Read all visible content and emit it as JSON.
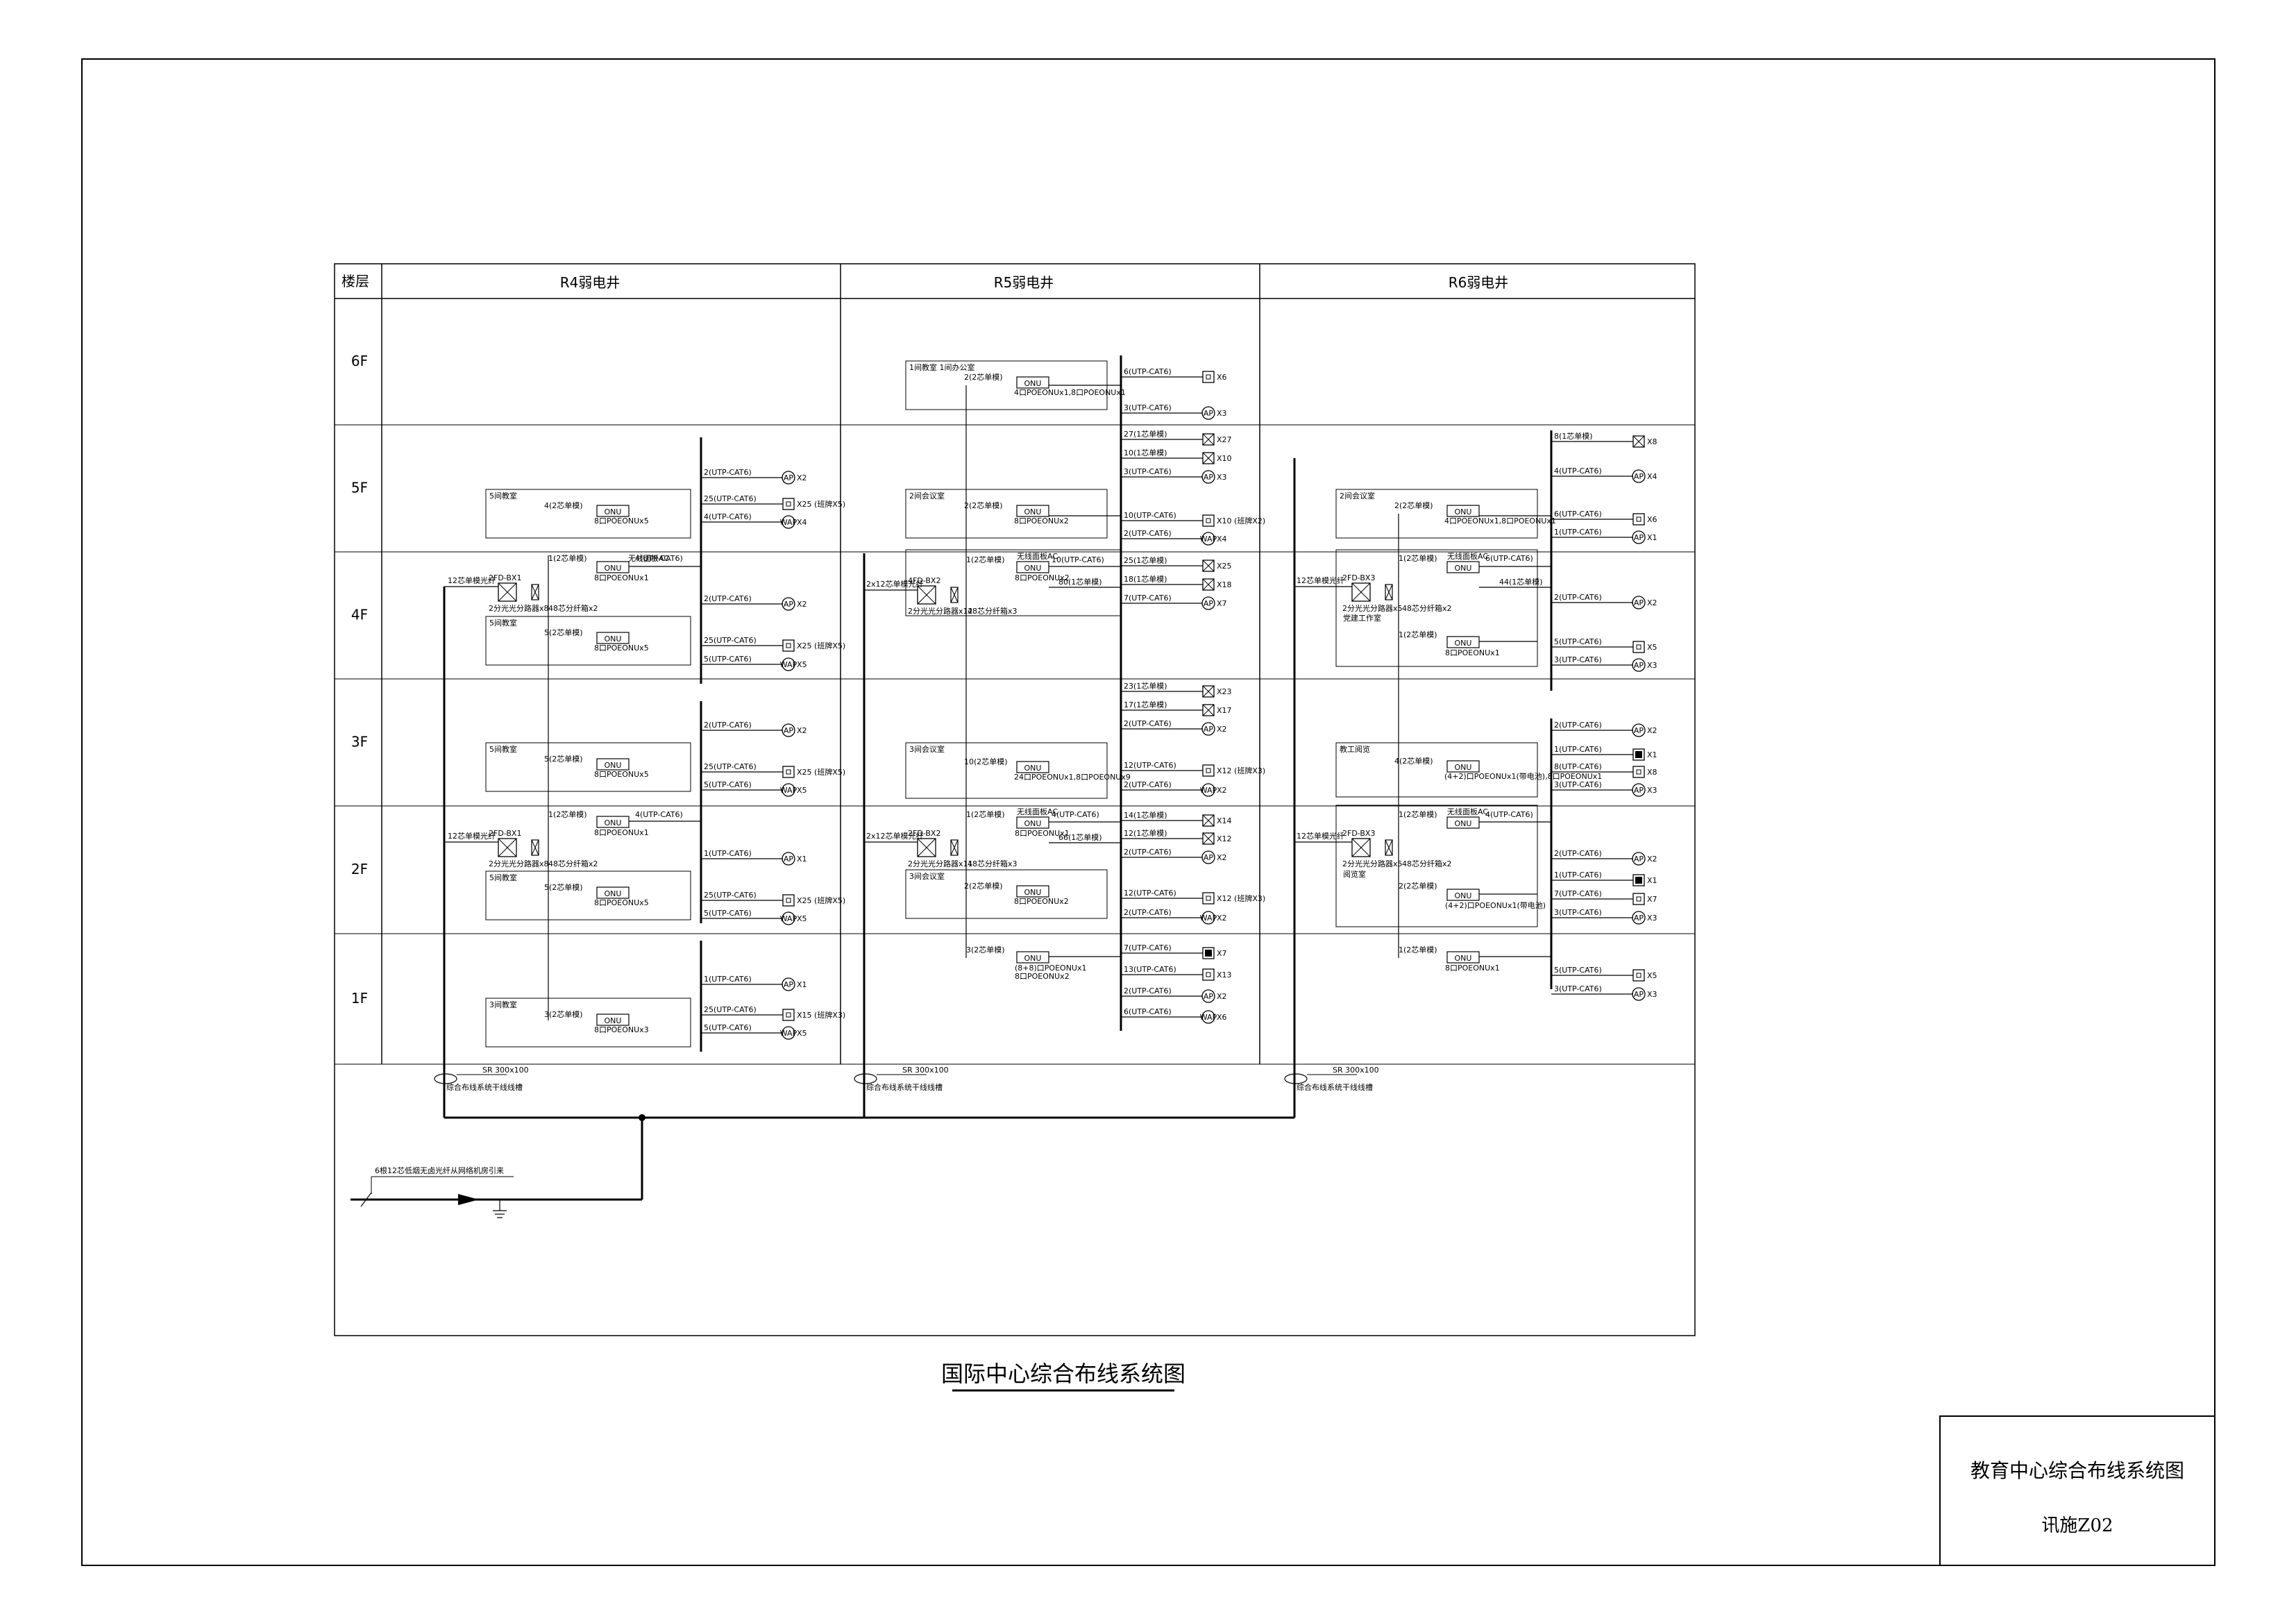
{
  "drawing": {
    "title": "国际中心综合布线系统图",
    "sheet_title": "教育中心综合布线系统图",
    "sheet_no": "讯施Z02"
  },
  "headers": {
    "floor": "楼层",
    "r4": "R4弱电井",
    "r5": "R5弱电井",
    "r6": "R6弱电井"
  },
  "floors": [
    "6F",
    "5F",
    "4F",
    "3F",
    "2F",
    "1F"
  ],
  "common": {
    "onu": "ONU",
    "tray": "SR 300x100",
    "tray_note": "综合布线系统干线线槽",
    "feed": "6根12芯低烟无卤光纤从网络机房引来"
  },
  "r4": {
    "riser": "12芯单模光纤",
    "f5": {
      "room": "5间教室",
      "fiber": "4(2芯单模)",
      "poe": "8口POEONUx5",
      "cab": [
        "2(UTP-CAT6)",
        "25(UTP-CAT6)",
        "4(UTP-CAT6)"
      ],
      "dev": [
        "X2",
        "X25 (班牌X5)",
        "X4"
      ]
    },
    "f4": {
      "box": "2FD-BX1",
      "splitter": "2分光光分路器x8",
      "fcount": "48芯分纤箱x2",
      "fiber1": "1(2芯单模)",
      "wlan": "无线面板AC",
      "cab1": "4(UTP-CAT6)",
      "poe1": "8口POEONUx1",
      "room": "5间教室",
      "fiber2": "5(2芯单模)",
      "poe2": "8口POEONUx5",
      "cab": [
        "2(UTP-CAT6)",
        "25(UTP-CAT6)",
        "5(UTP-CAT6)"
      ],
      "dev": [
        "X2",
        "X25 (班牌X5)",
        "X5"
      ]
    },
    "f3": {
      "room": "5间教室",
      "fiber": "5(2芯单模)",
      "poe": "8口POEONUx5",
      "cab": [
        "2(UTP-CAT6)",
        "25(UTP-CAT6)",
        "5(UTP-CAT6)"
      ],
      "dev": [
        "X2",
        "X25 (班牌X5)",
        "X5"
      ]
    },
    "f2": {
      "box": "2FD-BX1",
      "splitter": "2分光光分路器x8",
      "fcount": "48芯分纤箱x2",
      "fiber1": "1(2芯单模)",
      "wlan": "无线面板AC",
      "cab1": "4(UTP-CAT6)",
      "poe1": "8口POEONUx1",
      "room": "5间教室",
      "fiber2": "5(2芯单模)",
      "poe2": "8口POEONUx5",
      "cab": [
        "1(UTP-CAT6)",
        "25(UTP-CAT6)",
        "5(UTP-CAT6)"
      ],
      "dev": [
        "X1",
        "X25 (班牌X5)",
        "X5"
      ]
    },
    "f1": {
      "room": "3间教室",
      "fiber": "3(2芯单模)",
      "poe": "8口POEONUx3",
      "cab": [
        "1(UTP-CAT6)",
        "25(UTP-CAT6)",
        "5(UTP-CAT6)"
      ],
      "dev": [
        "X1",
        "X15 (班牌X3)",
        "X5"
      ]
    }
  },
  "r5": {
    "riser4": "2x12芯单模光纤",
    "riser2": "2x12芯单模光纤",
    "f6": {
      "room": "1间教室 1间办公室",
      "fiber": "2(2芯单模)",
      "poe": [
        "4口POEONUx1",
        "8口POEONUx1"
      ],
      "cab": [
        "6(UTP-CAT6)",
        "3(UTP-CAT6)"
      ],
      "dev": [
        "X6",
        "X3"
      ]
    },
    "f5top": {
      "cab": [
        "27(1芯单模)",
        "10(1芯单模)",
        "3(UTP-CAT6)"
      ],
      "dev": [
        "X27",
        "X10",
        "X3"
      ]
    },
    "f5": {
      "room": "2间会议室",
      "fiber": "2(2芯单模)",
      "poe": "8口POEONUx2",
      "cab": [
        "10(UTP-CAT6)",
        "2(UTP-CAT6)"
      ],
      "dev": [
        "X10 (班牌X2)",
        "X4"
      ]
    },
    "f4": {
      "box": "4FD-BX2",
      "splitter": "2分光光分路器x12",
      "fcount": "48芯分纤箱x3",
      "fiber1": "1(2芯单模)",
      "wlan": "无线面板AC",
      "cab1": "10(UTP-CAT6)",
      "poe1": "8口POEONUx2",
      "fib80": "80(1芯单模)",
      "cab": [
        "25(1芯单模)",
        "18(1芯单模)",
        "7(UTP-CAT6)"
      ],
      "dev": [
        "X25",
        "X18",
        "X7"
      ]
    },
    "f3top": {
      "cab": [
        "23(1芯单模)",
        "17(1芯单模)",
        "2(UTP-CAT6)"
      ],
      "dev": [
        "X23",
        "X17",
        "X2"
      ]
    },
    "f3": {
      "room": "3间会议室",
      "fiber": "10(2芯单模)",
      "poe": [
        "24口POEONUx1",
        "8口POEONUx9"
      ],
      "cab": [
        "12(UTP-CAT6)",
        "2(UTP-CAT6)"
      ],
      "dev": [
        "X12 (班牌X3)",
        "X2"
      ]
    },
    "f2": {
      "box": "2FD-BX2",
      "splitter": "2分光光分路器x11",
      "fcount": "48芯分纤箱x3",
      "fiber1": "1(2芯单模)",
      "wlan": "无线面板AC",
      "cab1": "4(UTP-CAT6)",
      "poe1": "8口POEONUx1",
      "fib66": "66(1芯单模)",
      "cab": [
        "14(1芯单模)",
        "12(1芯单模)",
        "2(UTP-CAT6)"
      ],
      "dev": [
        "X14",
        "X12",
        "X2"
      ]
    },
    "f2b": {
      "room": "3间会议室",
      "fiber": "2(2芯单模)",
      "poe": "8口POEONUx2",
      "cab": [
        "12(UTP-CAT6)",
        "2(UTP-CAT6)"
      ],
      "dev": [
        "X12 (班牌X3)",
        "X2"
      ]
    },
    "f1": {
      "fiber": "3(2芯单模)",
      "poe": [
        "(8+8)口POEONUx1",
        "8口POEONUx2"
      ],
      "cab": [
        "7(UTP-CAT6)",
        "13(UTP-CAT6)",
        "2(UTP-CAT6)",
        "6(UTP-CAT6)"
      ],
      "dev": [
        "X7",
        "X13",
        "X2",
        "X6"
      ]
    }
  },
  "r6": {
    "riser4": "12芯单模光纤",
    "riser2": "12芯单模光纤",
    "f5top": {
      "cab": [
        "8(1芯单模)",
        "4(UTP-CAT6)"
      ],
      "dev": [
        "X8",
        "X4"
      ]
    },
    "f5": {
      "room": "2间会议室",
      "fiber": "2(2芯单模)",
      "poe": [
        "4口POEONUx1",
        "8口POEONUx1"
      ],
      "cab": [
        "6(UTP-CAT6)",
        "1(UTP-CAT6)"
      ],
      "dev": [
        "X6",
        "X1"
      ]
    },
    "f4": {
      "box": "2FD-BX3",
      "splitter": "2分光光分路器x5",
      "fcount": "48芯分纤箱x2",
      "fiber1": "1(2芯单模)",
      "wlan": "无线面板AC",
      "cab1": "6(UTP-CAT6)",
      "fib44": "44(1芯单模)",
      "room2": "党建工作室",
      "fiber2": "1(2芯单模)",
      "poe2": "8口POEONUx1",
      "cab": [
        "2(UTP-CAT6)",
        "5(UTP-CAT6)",
        "3(UTP-CAT6)"
      ],
      "dev": [
        "X2",
        "X5",
        "X3"
      ]
    },
    "f3top": {
      "cab": [
        "2(UTP-CAT6)"
      ],
      "dev": [
        "X2"
      ]
    },
    "f3": {
      "room": "教工阅览",
      "fiber": "4(2芯单模)",
      "poe": [
        "(4+2)口POEONUx1(带电池)",
        "8口POEONUx1"
      ],
      "cab": [
        "1(UTP-CAT6)",
        "8(UTP-CAT6)",
        "3(UTP-CAT6)"
      ],
      "dev": [
        "X1",
        "X8",
        "X3"
      ]
    },
    "f2": {
      "box": "2FD-BX3",
      "splitter": "2分光光分路器x5",
      "fcount": "48芯分纤箱x2",
      "fiber1": "1(2芯单模)",
      "wlan": "无线面板AC",
      "cab1": "4(UTP-CAT6)",
      "room2": "阅览室",
      "fiber2": "2(2芯单模)",
      "poe2": "(4+2)口POEONUx1(带电池)",
      "cab": [
        "2(UTP-CAT6)",
        "1(UTP-CAT6)",
        "7(UTP-CAT6)",
        "3(UTP-CAT6)"
      ],
      "dev": [
        "X2",
        "X1",
        "X7",
        "X3"
      ]
    },
    "f1": {
      "fiber": "1(2芯单模)",
      "poe": "8口POEONUx1",
      "cab": [
        "5(UTP-CAT6)",
        "3(UTP-CAT6)"
      ],
      "dev": [
        "X5",
        "X3"
      ]
    }
  },
  "symbols": {
    "ap": "AP",
    "wap": "WAP"
  }
}
